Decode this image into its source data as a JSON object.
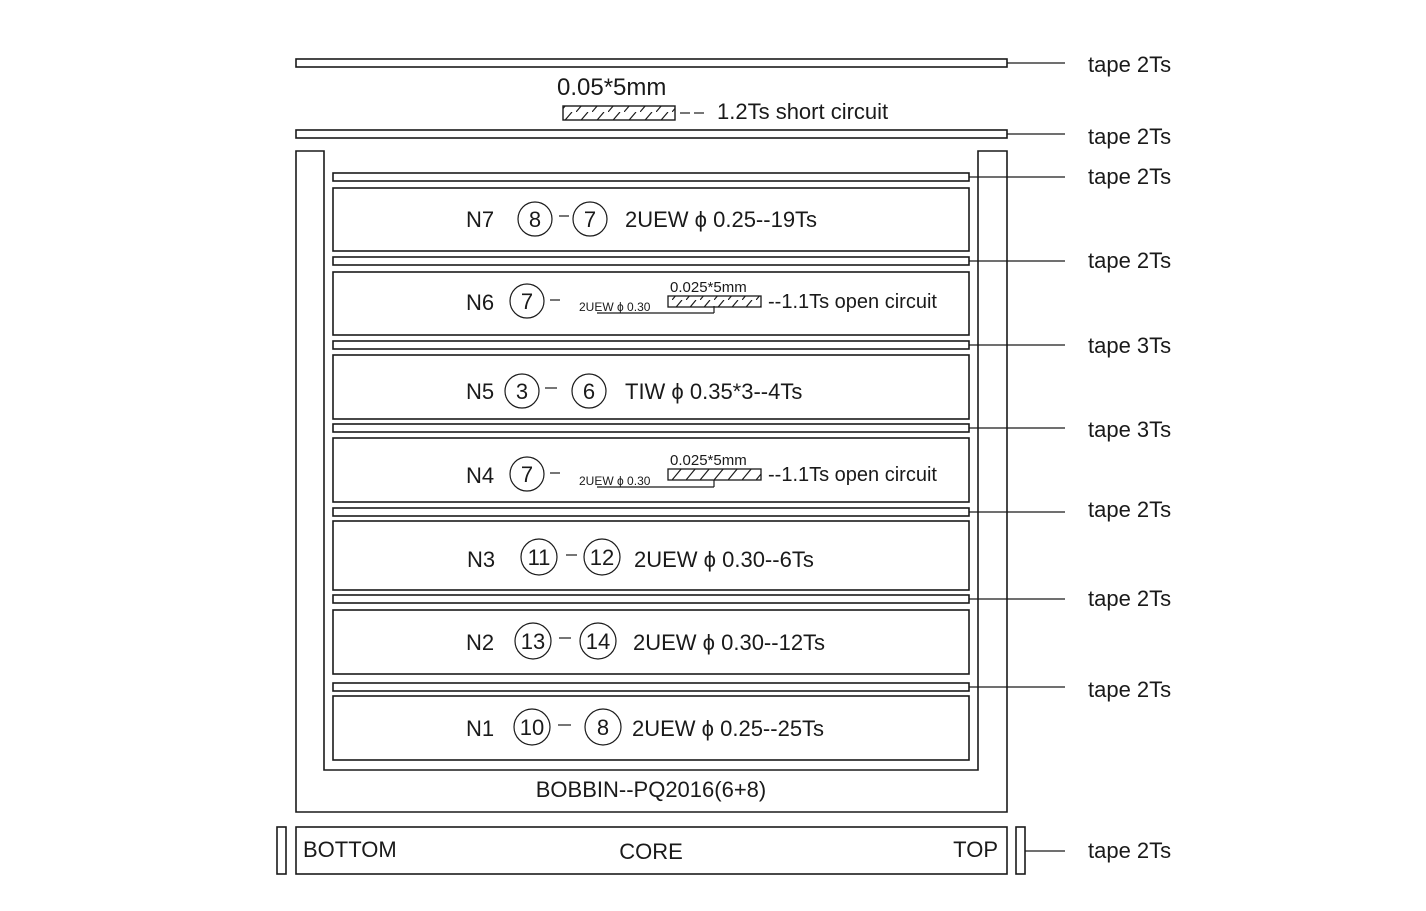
{
  "top_shield": {
    "size": "0.05*5mm",
    "note": "1.2Ts short circuit"
  },
  "tape_labels": [
    "tape 2Ts",
    "tape 2Ts",
    "tape 2Ts",
    "tape 2Ts",
    "tape 3Ts",
    "tape 3Ts",
    "tape 2Ts",
    "tape 2Ts",
    "tape 2Ts",
    "tape 2Ts"
  ],
  "windings": {
    "n7": {
      "name": "N7",
      "pin_a": "8",
      "pin_b": "7",
      "spec": "2UEW ϕ 0.25--19Ts"
    },
    "n6": {
      "name": "N6",
      "pin_a": "7",
      "wire": "2UEW ϕ  0.30",
      "foil": "0.025*5mm",
      "note": "--1.1Ts open circuit"
    },
    "n5": {
      "name": "N5",
      "pin_a": "3",
      "pin_b": "6",
      "spec": "TIW ϕ 0.35*3--4Ts"
    },
    "n4": {
      "name": "N4",
      "pin_a": "7",
      "wire": "2UEW ϕ  0.30",
      "foil": "0.025*5mm",
      "note": "--1.1Ts open circuit"
    },
    "n3": {
      "name": "N3",
      "pin_a": "11",
      "pin_b": "12",
      "spec": "2UEW ϕ 0.30--6Ts"
    },
    "n2": {
      "name": "N2",
      "pin_a": "13",
      "pin_b": "14",
      "spec": "2UEW ϕ 0.30--12Ts"
    },
    "n1": {
      "name": "N1",
      "pin_a": "10",
      "pin_b": "8",
      "spec": "2UEW ϕ 0.25--25Ts"
    }
  },
  "bobbin_label": "BOBBIN--PQ2016(6+8)",
  "core": {
    "bottom_label": "BOTTOM",
    "center_label": "CORE",
    "top_label": "TOP"
  }
}
